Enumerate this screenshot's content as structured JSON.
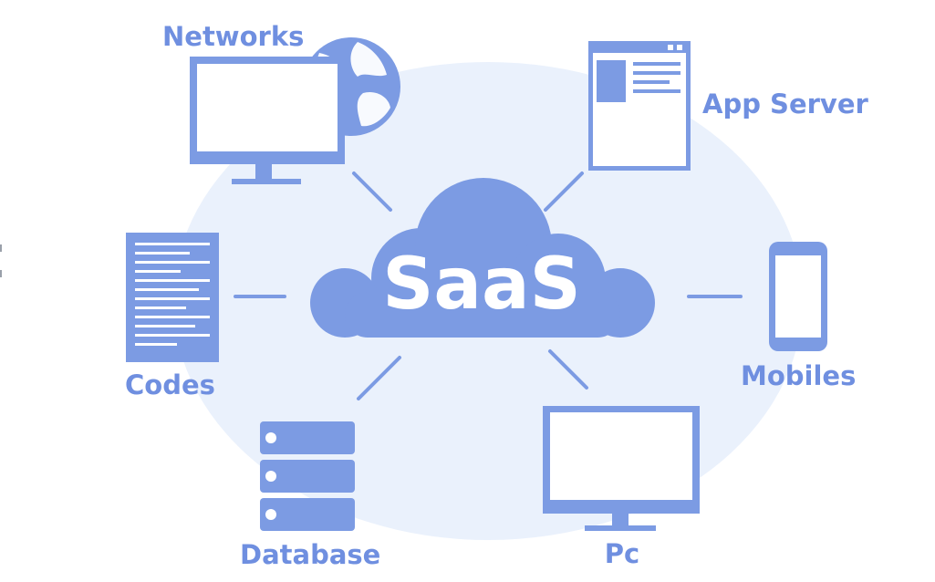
{
  "center": {
    "label": "SaaS"
  },
  "nodes": {
    "networks": {
      "label": "Networks"
    },
    "app_server": {
      "label": "App Server"
    },
    "codes": {
      "label": "Codes"
    },
    "mobiles": {
      "label": "Mobiles"
    },
    "database": {
      "label": "Database"
    },
    "pc": {
      "label": "Pc"
    }
  },
  "colors": {
    "accent": "#7c9be3",
    "accent_light": "#c9d7f4",
    "background_ellipse": "#eaf1fc",
    "label_text": "#6f8fe0",
    "panel_white": "#ffffff"
  }
}
